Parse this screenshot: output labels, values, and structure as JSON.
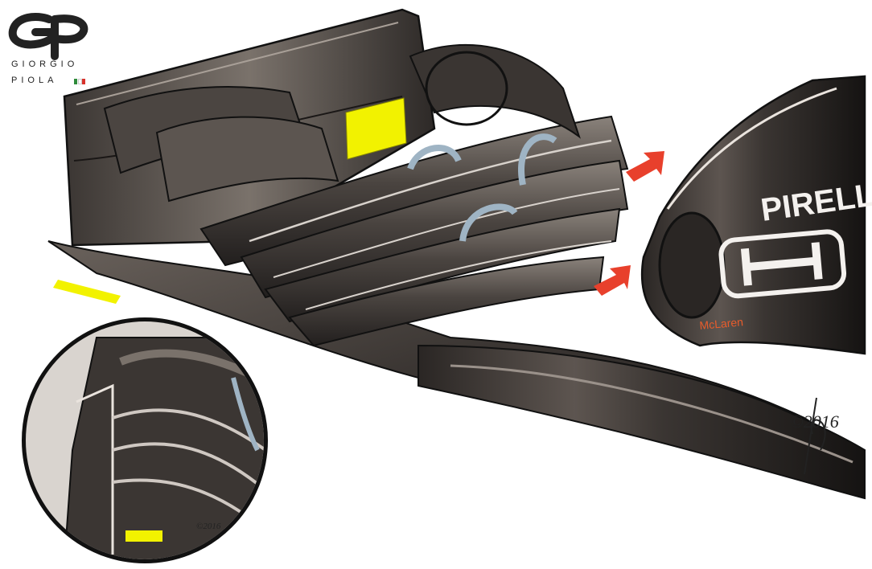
{
  "logo": {
    "line1": "GIORGIO",
    "line2": "PIOLA",
    "flag_colors": [
      "#2e8b3a",
      "#ffffff",
      "#d8322c"
    ]
  },
  "car_branding": {
    "sponsor_1": "PIRELLI",
    "sponsor_2": "McLaren"
  },
  "signature": {
    "main": "©2016",
    "inset": "©2016"
  },
  "colors": {
    "carbon_dark": "#2b2826",
    "carbon_mid": "#57504b",
    "carbon_light": "#8c847d",
    "highlight_yellow": "#f2f200",
    "arrow_red": "#e8402c",
    "vane_blue": "#9fb4c4"
  },
  "annotations": {
    "red_arrows": 2,
    "yellow_markers": 3
  }
}
